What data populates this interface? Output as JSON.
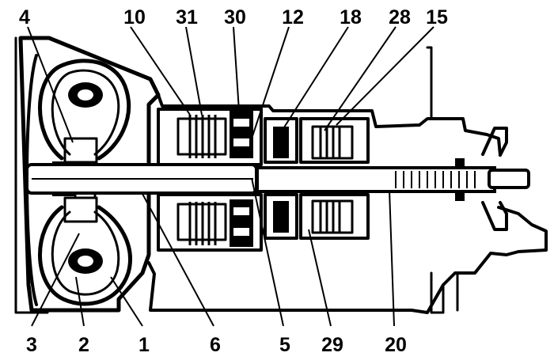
{
  "diagram": {
    "callouts_top": [
      "4",
      "10",
      "31",
      "30",
      "12",
      "18",
      "28",
      "15"
    ],
    "callouts_bottom": [
      "3",
      "2",
      "1",
      "6",
      "5",
      "29",
      "20"
    ],
    "colors": {
      "ink": "#000000",
      "paper": "#ffffff"
    }
  }
}
